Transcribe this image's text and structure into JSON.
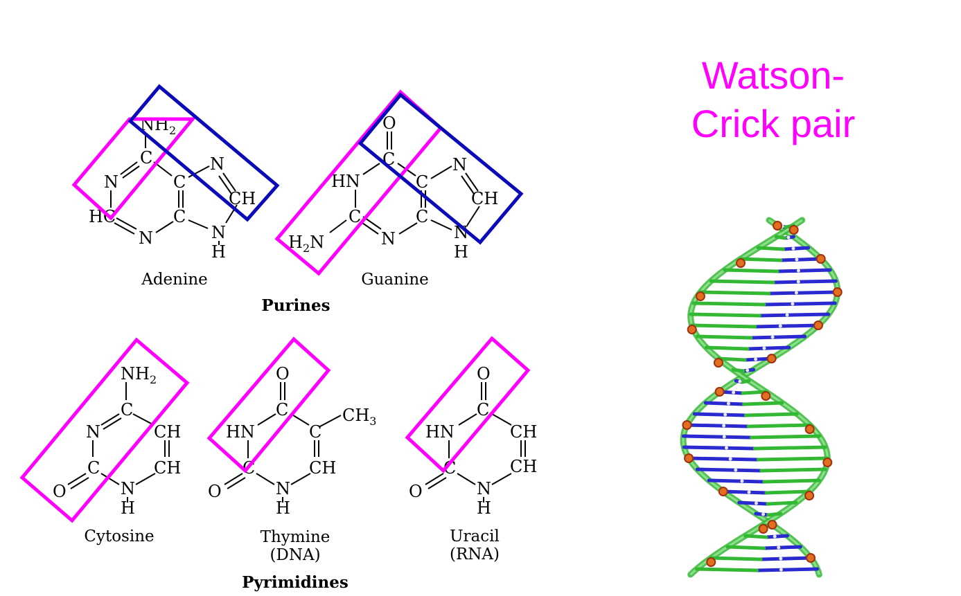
{
  "title": {
    "line1": "Watson-",
    "line2": "Crick pair"
  },
  "purines": {
    "group_label": "Purines",
    "adenine": {
      "name": "Adenine",
      "amino": "NH",
      "amino_sub": "2",
      "c": "C",
      "n": "N",
      "ch": "CH",
      "hc": "HC",
      "h": "H"
    },
    "guanine": {
      "name": "Guanine",
      "o": "O",
      "c": "C",
      "n": "N",
      "hn": "HN",
      "ch": "CH",
      "h2n_h": "H",
      "h2n_sub": "2",
      "h2n_n": "N",
      "h": "H"
    }
  },
  "pyrimidines": {
    "group_label": "Pyrimidines",
    "cytosine": {
      "name": "Cytosine",
      "amino": "NH",
      "amino_sub": "2",
      "c": "C",
      "n": "N",
      "ch": "CH",
      "o": "O",
      "h": "H"
    },
    "thymine": {
      "name": "Thymine",
      "note": "(DNA)",
      "o": "O",
      "c": "C",
      "hn": "HN",
      "methyl": "CH",
      "methyl_sub": "3",
      "ch": "CH",
      "n": "N",
      "h": "H"
    },
    "uracil": {
      "name": "Uracil",
      "note": "(RNA)",
      "o": "O",
      "c": "C",
      "hn": "HN",
      "ch": "CH",
      "n": "N",
      "h": "H"
    }
  },
  "colors": {
    "highlight_magenta": "#ff00ff",
    "highlight_blue": "#0a0ab8"
  },
  "image": {
    "subject": "dna-double-helix-3d-model"
  }
}
